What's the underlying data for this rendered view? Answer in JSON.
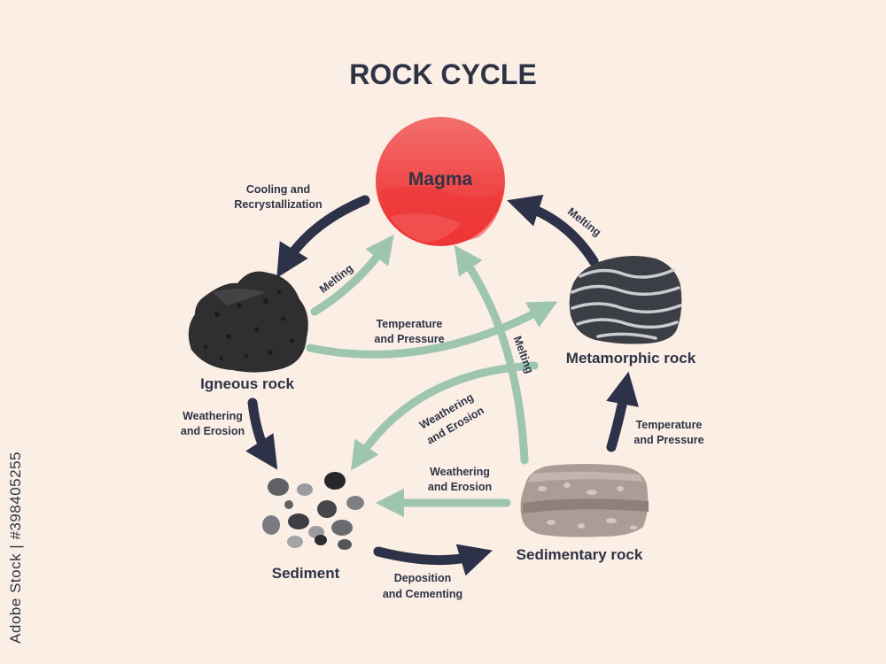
{
  "title": "ROCK CYCLE",
  "nodes": {
    "magma": "Magma",
    "igneous": "Igneous rock",
    "metamorphic": "Metamorphic rock",
    "sediment": "Sediment",
    "sedimentary": "Sedimentary rock"
  },
  "edges": {
    "cooling_1": "Cooling and",
    "cooling_2": "Recrystallization",
    "melting_igneous": "Melting",
    "melting_metamorphic": "Melting",
    "melting_sedimentary": "Melting",
    "temp_pressure_igneous_1": "Temperature",
    "temp_pressure_igneous_2": "and Pressure",
    "temp_pressure_sed_1": "Temperature",
    "temp_pressure_sed_2": "and Pressure",
    "weathering_igneous_1": "Weathering",
    "weathering_igneous_2": "and Erosion",
    "weathering_meta_1": "Weathering",
    "weathering_meta_2": "and Erosion",
    "weathering_sed_1": "Weathering",
    "weathering_sed_2": "and Erosion",
    "deposition_1": "Deposition",
    "deposition_2": "and Cementing"
  },
  "watermark": "Adobe Stock | #398405255",
  "colors": {
    "background": "#faeee5",
    "dark_arrow": "#2d3249",
    "light_arrow": "#9dc5b0",
    "magma": "#f24a4a",
    "text": "#2e3346"
  }
}
